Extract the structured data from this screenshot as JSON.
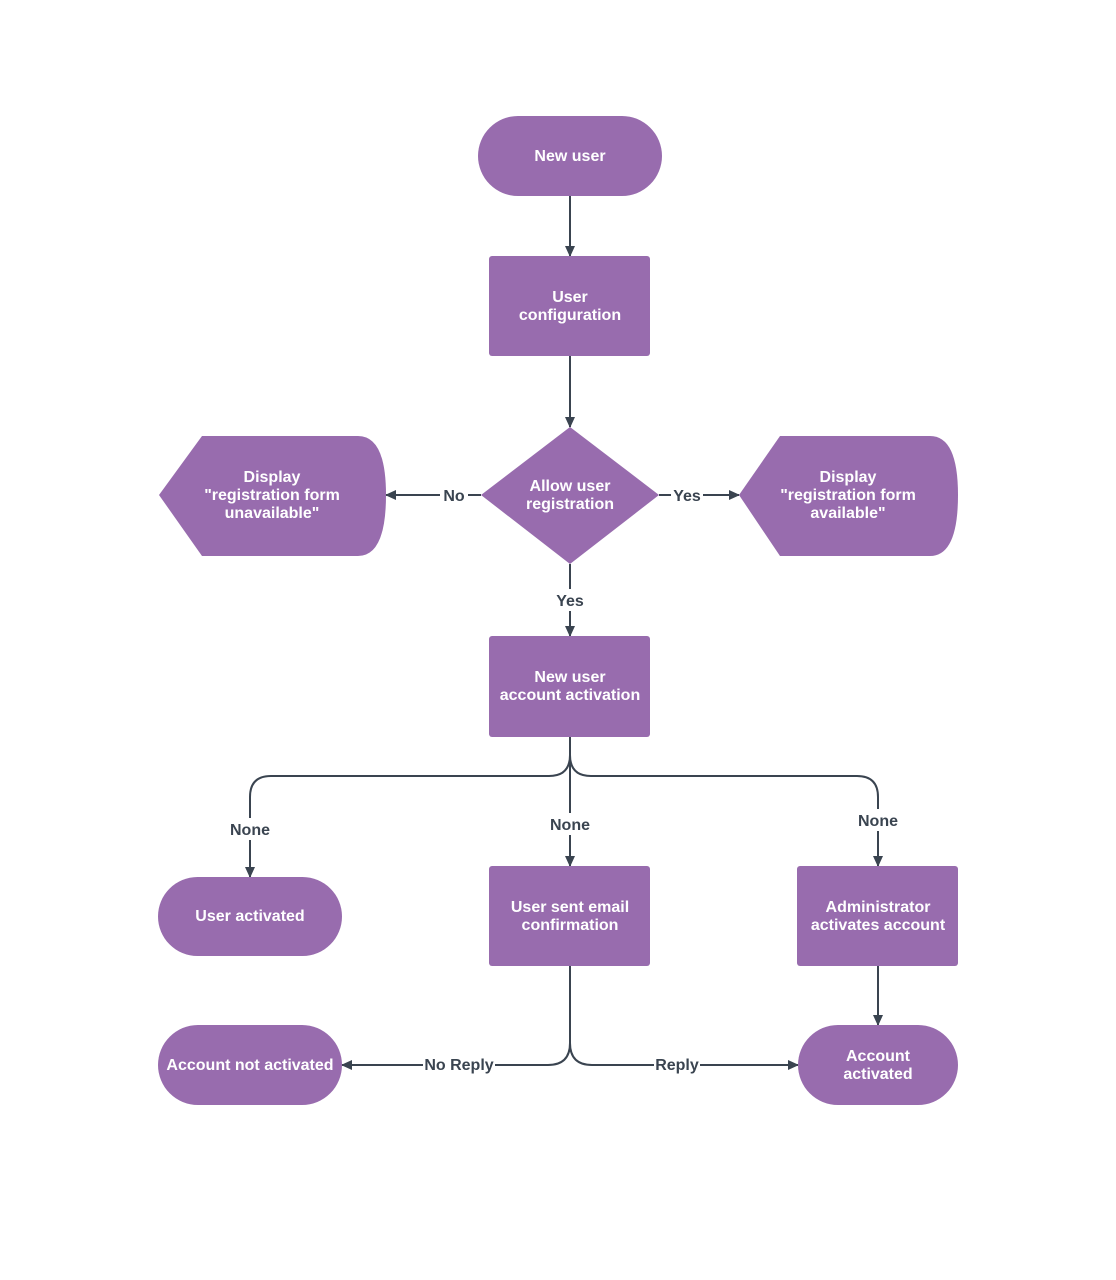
{
  "colors": {
    "node_fill": "#986cae",
    "edge": "#3a4450",
    "node_text": "#ffffff",
    "background": "#ffffff"
  },
  "nodes": {
    "new_user": {
      "lines": [
        "New user"
      ]
    },
    "user_configuration": {
      "lines": [
        "User",
        "configuration"
      ]
    },
    "allow_registration": {
      "lines": [
        "Allow user",
        "registration"
      ]
    },
    "display_unavailable": {
      "lines": [
        "Display",
        "\"registration form",
        "unavailable\""
      ]
    },
    "display_available": {
      "lines": [
        "Display",
        "\"registration form",
        "available\""
      ]
    },
    "account_activation": {
      "lines": [
        "New user",
        "account activation"
      ]
    },
    "user_activated": {
      "lines": [
        "User activated"
      ]
    },
    "email_confirmation": {
      "lines": [
        "User sent email",
        "confirmation"
      ]
    },
    "admin_activates": {
      "lines": [
        "Administrator",
        "activates account"
      ]
    },
    "account_not_activated": {
      "lines": [
        "Account not activated"
      ]
    },
    "account_activated": {
      "lines": [
        "Account",
        "activated"
      ]
    }
  },
  "edges": {
    "no": "No",
    "yes_right": "Yes",
    "yes_down": "Yes",
    "none_left": "None",
    "none_center": "None",
    "none_right": "None",
    "no_reply": "No Reply",
    "reply": "Reply"
  }
}
